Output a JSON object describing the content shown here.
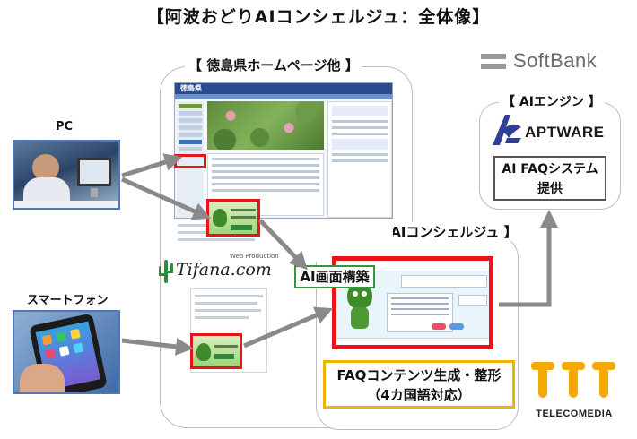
{
  "title": "【阿波おどりAIコンシェルジュ：全体像】",
  "sections": {
    "prefecture_site": "【 徳島県ホームページ他 】",
    "ai_engine": "【 AIエンジン 】",
    "concierge": "【 阿波おどりAIコンシェルジュ 】"
  },
  "devices": {
    "pc_label": "PC",
    "smartphone_label": "スマートフォン"
  },
  "companies": {
    "softbank": "SoftBank",
    "aptware": "APTWARE",
    "tifana": "Tifana.com",
    "tifana_tag": "Web Production",
    "telecomedia": "TELECOMEDIA"
  },
  "website": {
    "name": "徳島県"
  },
  "labels": {
    "ai_ui_build": "AI画面構築",
    "faq_line1": "FAQコンテンツ生成・整形",
    "faq_line2": "（4カ国語対応）",
    "ai_faq_line1": "AI FAQシステム",
    "ai_faq_line2": "提供"
  },
  "colors": {
    "highlight_red": "#e8141b",
    "label_green": "#2d9a3d",
    "label_yellow": "#f0b400",
    "arrow_gray": "#8a8a8a",
    "site_blue": "#2a4b8d",
    "telecomedia_orange": "#f5a800"
  }
}
